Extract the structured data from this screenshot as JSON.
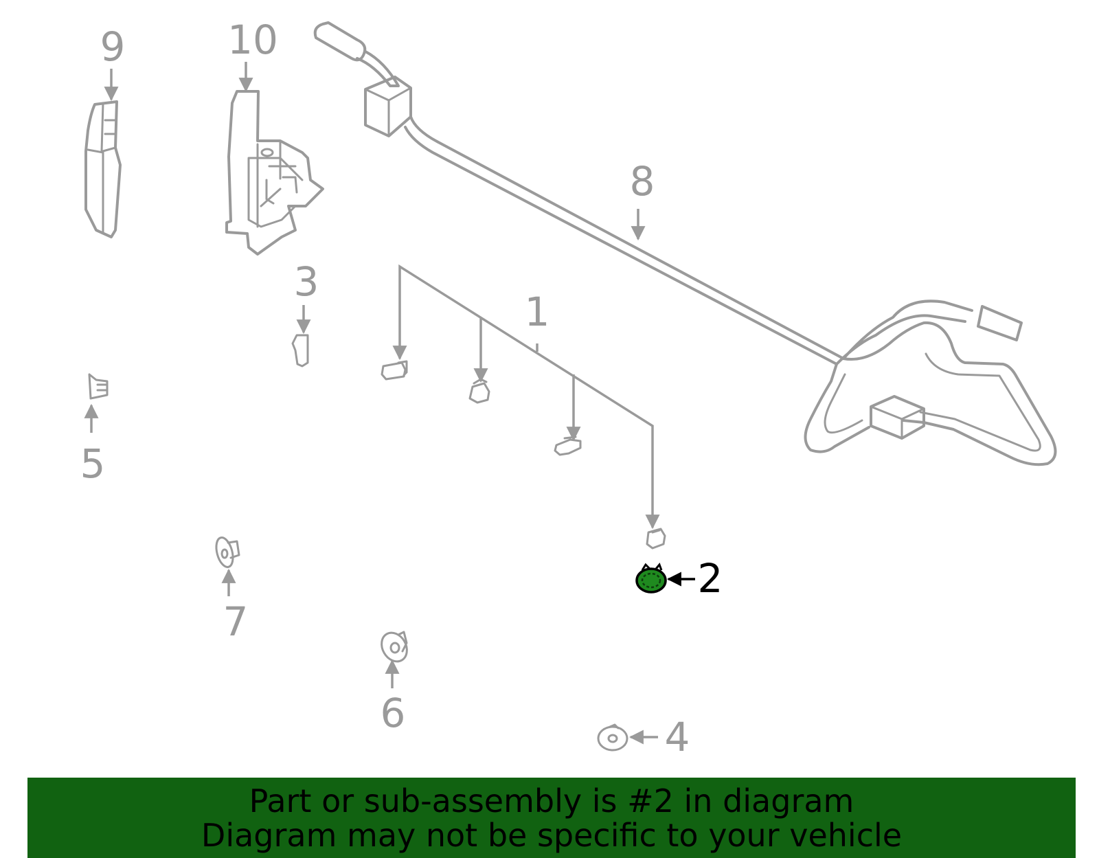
{
  "callouts": {
    "c1": "1",
    "c2": "2",
    "c3": "3",
    "c4": "4",
    "c5": "5",
    "c6": "6",
    "c7": "7",
    "c8": "8",
    "c9": "9",
    "c10": "10"
  },
  "highlighted_part": "2",
  "colors": {
    "line_art": "#9a9a9a",
    "highlight_fill": "#1f8a1f",
    "banner_background": "#116211",
    "banner_text": "#000000"
  },
  "banner": {
    "line1": "Part or sub-assembly is #2 in diagram",
    "line2": "Diagram may not be specific to your vehicle"
  }
}
